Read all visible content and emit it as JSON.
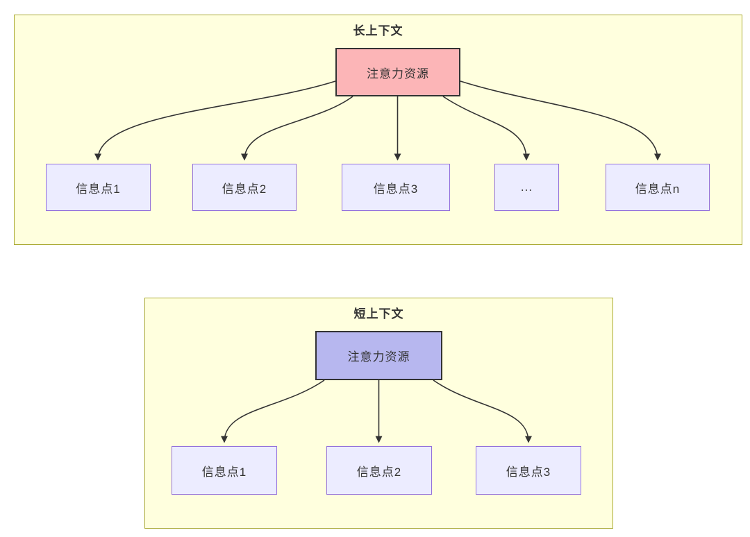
{
  "diagram": {
    "type": "flowchart",
    "sections": [
      {
        "id": "long-context",
        "title": "长上下文",
        "attention": {
          "label": "注意力资源",
          "fill": "#FCB5B7"
        },
        "nodes": [
          {
            "label": "信息点1"
          },
          {
            "label": "信息点2"
          },
          {
            "label": "信息点3"
          },
          {
            "label": "..."
          },
          {
            "label": "信息点n"
          }
        ]
      },
      {
        "id": "short-context",
        "title": "短上下文",
        "attention": {
          "label": "注意力资源",
          "fill": "#B7B7EF"
        },
        "nodes": [
          {
            "label": "信息点1"
          },
          {
            "label": "信息点2"
          },
          {
            "label": "信息点3"
          }
        ]
      }
    ],
    "colors": {
      "section_fill": "#FFFFDE",
      "section_border": "#AAAA33",
      "info_node_fill": "#ECECFF",
      "info_node_border": "#9370DB",
      "attention_long_fill": "#FCB5B7",
      "attention_short_fill": "#B7B7EF",
      "attention_border": "#333333",
      "edge_color": "#333333",
      "text_color": "#333333"
    }
  }
}
